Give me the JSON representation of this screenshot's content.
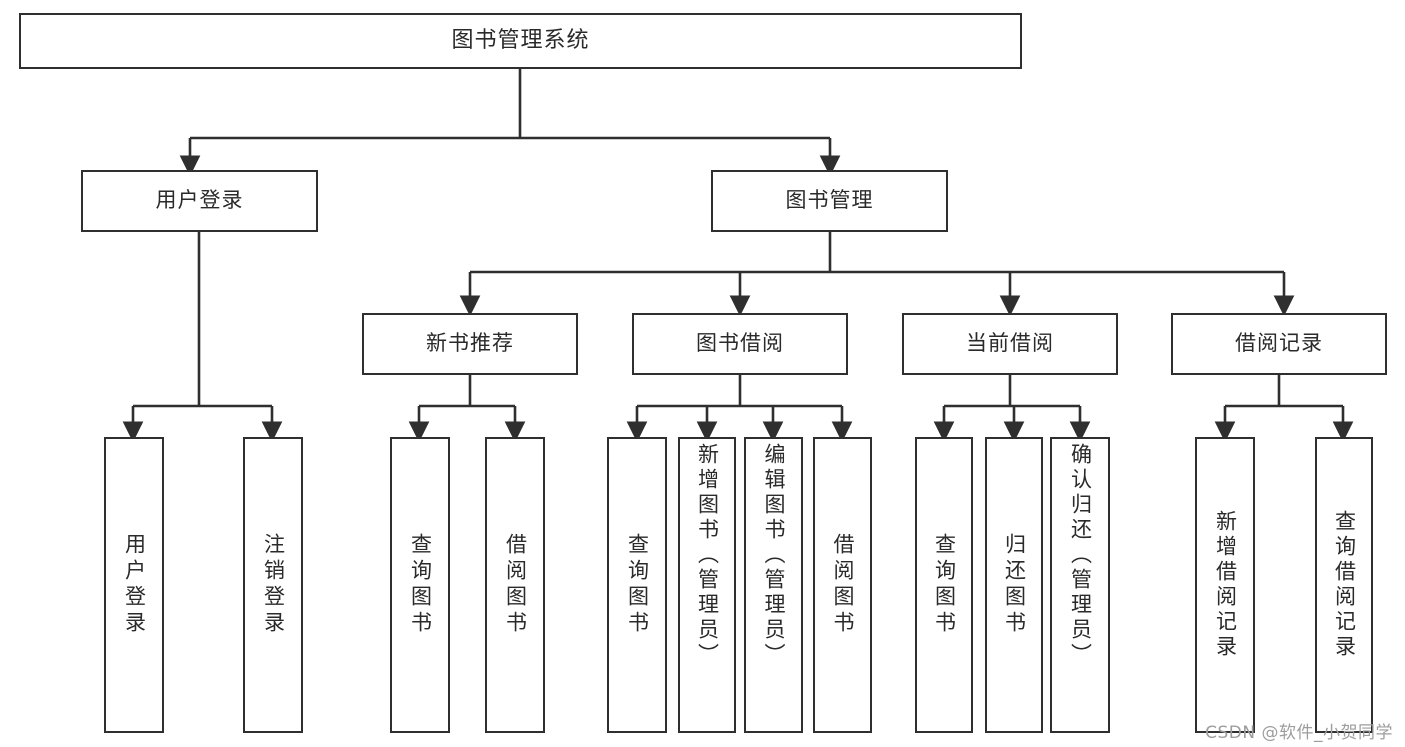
{
  "diagram": {
    "title": "图书管理系统",
    "type": "tree",
    "watermark": "CSDN @软件_小贺同学",
    "colors": {
      "stroke": "#2f2f2f",
      "node_fill": "#ffffff",
      "text": "#2a2a2a",
      "watermark": "#9d9d9d",
      "background": "#ffffff"
    },
    "levels": {
      "root": "图书管理系统",
      "level2": [
        "用户登录",
        "图书管理"
      ],
      "level3": [
        "新书推荐",
        "图书借阅",
        "当前借阅",
        "借阅记录"
      ]
    },
    "nodes": {
      "root": {
        "label": "图书管理系统"
      },
      "user_login": {
        "label": "用户登录"
      },
      "book_manage": {
        "label": "图书管理"
      },
      "new_book_rec": {
        "label": "新书推荐"
      },
      "book_borrow": {
        "label": "图书借阅"
      },
      "current_borrow": {
        "label": "当前借阅"
      },
      "borrow_record": {
        "label": "借阅记录"
      },
      "leaf_user_login": {
        "label": "用户登录"
      },
      "leaf_logout": {
        "label": "注销登录"
      },
      "leaf_query_book_1": {
        "label": "查询图书"
      },
      "leaf_borrow_book_1": {
        "label": "借阅图书"
      },
      "leaf_query_book_2": {
        "label": "查询图书"
      },
      "leaf_add_book": {
        "label": "新增图书（管理员）"
      },
      "leaf_edit_book": {
        "label": "编辑图书（管理员）"
      },
      "leaf_borrow_book_2": {
        "label": "借阅图书"
      },
      "leaf_query_book_3": {
        "label": "查询图书"
      },
      "leaf_return_book": {
        "label": "归还图书"
      },
      "leaf_confirm_return": {
        "label": "确认归还（管理员）"
      },
      "leaf_add_record": {
        "label": "新增借阅记录"
      },
      "leaf_query_record": {
        "label": "查询借阅记录"
      }
    },
    "edges": [
      {
        "from": "root",
        "to": "用户登录"
      },
      {
        "from": "root",
        "to": "图书管理"
      },
      {
        "from": "用户登录",
        "to": "用户登录(叶)"
      },
      {
        "from": "用户登录",
        "to": "注销登录"
      },
      {
        "from": "图书管理",
        "to": "新书推荐"
      },
      {
        "from": "图书管理",
        "to": "图书借阅"
      },
      {
        "from": "图书管理",
        "to": "当前借阅"
      },
      {
        "from": "图书管理",
        "to": "借阅记录"
      },
      {
        "from": "新书推荐",
        "to": "查询图书"
      },
      {
        "from": "新书推荐",
        "to": "借阅图书"
      },
      {
        "from": "图书借阅",
        "to": "查询图书"
      },
      {
        "from": "图书借阅",
        "to": "新增图书（管理员）"
      },
      {
        "from": "图书借阅",
        "to": "编辑图书（管理员）"
      },
      {
        "from": "图书借阅",
        "to": "借阅图书"
      },
      {
        "from": "当前借阅",
        "to": "查询图书"
      },
      {
        "from": "当前借阅",
        "to": "归还图书"
      },
      {
        "from": "当前借阅",
        "to": "确认归还（管理员）"
      },
      {
        "from": "借阅记录",
        "to": "新增借阅记录"
      },
      {
        "from": "借阅记录",
        "to": "查询借阅记录"
      }
    ]
  }
}
